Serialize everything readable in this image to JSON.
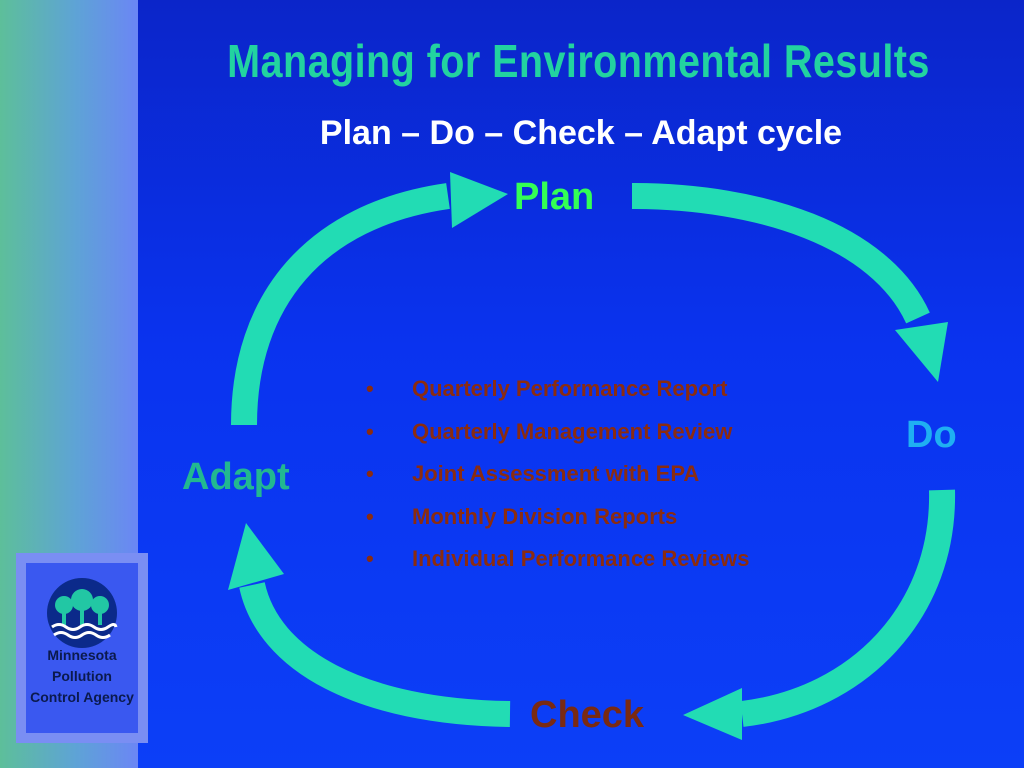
{
  "title": "Managing for Environmental Results",
  "subtitle": "Plan – Do – Check – Adapt cycle",
  "stages": {
    "plan": "Plan",
    "do": "Do",
    "check": "Check",
    "adapt": "Adapt"
  },
  "activities": [
    "Quarterly Performance Report",
    "Quarterly Management Review",
    "Joint Assessment with EPA",
    "Monthly Division Reports",
    "Individual Performance Reviews"
  ],
  "bullet": "•",
  "logo": {
    "name": "Minnesota Pollution Control Agency",
    "icon": "trees-water-icon"
  },
  "colors": {
    "arrow": "#22dcb4",
    "title": "#22d3a0",
    "plan": "#33ff55",
    "do": "#1fb0f2",
    "check": "#7a2a12",
    "adapt": "#22b890",
    "list_text": "#8b2c10"
  }
}
